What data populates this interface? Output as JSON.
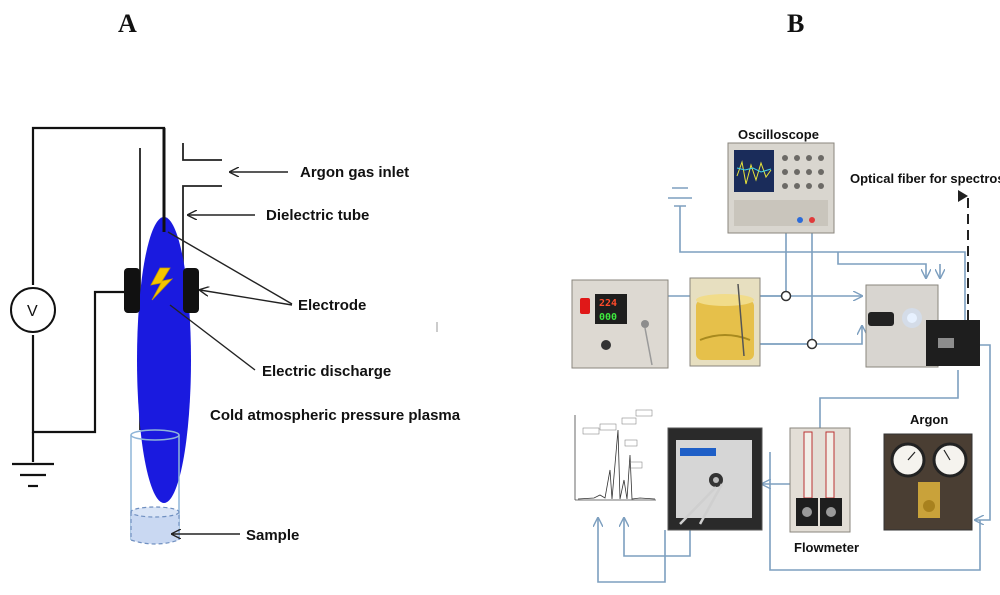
{
  "panels": {
    "a": "A",
    "b": "B"
  },
  "panel_a": {
    "voltmeter": "V",
    "labels": {
      "argon_inlet": "Argon gas inlet",
      "dielectric_tube": "Dielectric tube",
      "electrode": "Electrode",
      "electric_discharge": "Electric discharge",
      "plasma": "Cold atmospheric pressure plasma",
      "sample": "Sample"
    },
    "colors": {
      "plasma": "#1a1adf",
      "electrode": "#111111",
      "spark": "#f5c400",
      "sample": "#c9d8f2"
    }
  },
  "panel_b": {
    "labels": {
      "oscilloscope": "Oscilloscope",
      "optical_fiber": "Optical fiber for spectroscopy",
      "argon": "Argon",
      "flowmeter": "Flowmeter"
    },
    "power_supply_display": {
      "top": "224",
      "bottom": "000"
    },
    "colors": {
      "wire": "#7d9fbf"
    }
  }
}
